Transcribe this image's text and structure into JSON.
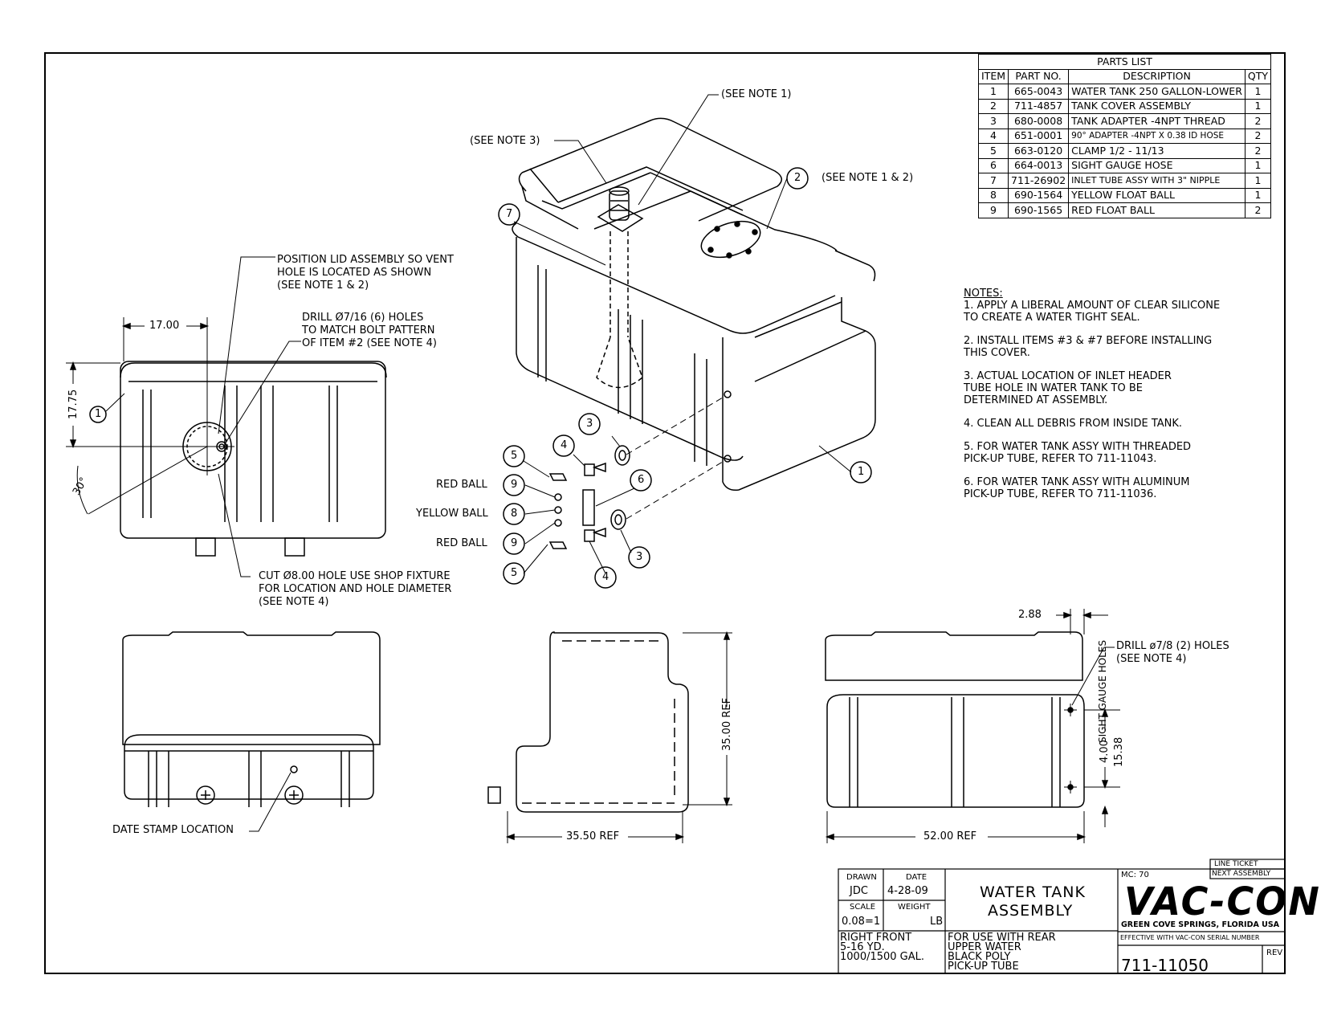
{
  "parts_list": {
    "title": "PARTS LIST",
    "headers": [
      "ITEM",
      "PART NO.",
      "DESCRIPTION",
      "QTY"
    ],
    "rows": [
      [
        "1",
        "665-0043",
        "WATER TANK 250 GALLON-LOWER",
        "1"
      ],
      [
        "2",
        "711-4857",
        "TANK COVER ASSEMBLY",
        "1"
      ],
      [
        "3",
        "680-0008",
        "TANK ADAPTER -4NPT THREAD",
        "2"
      ],
      [
        "4",
        "651-0001",
        "90° ADAPTER -4NPT X 0.38 ID HOSE",
        "2"
      ],
      [
        "5",
        "663-0120",
        "CLAMP 1/2 - 11/13",
        "2"
      ],
      [
        "6",
        "664-0013",
        "SIGHT GAUGE HOSE",
        "1"
      ],
      [
        "7",
        "711-26902",
        "INLET TUBE ASSY WITH 3\" NIPPLE",
        "1"
      ],
      [
        "8",
        "690-1564",
        "YELLOW FLOAT BALL",
        "1"
      ],
      [
        "9",
        "690-1565",
        "RED FLOAT BALL",
        "2"
      ]
    ]
  },
  "notes": {
    "heading": "NOTES:",
    "items": [
      "1. APPLY A LIBERAL AMOUNT OF CLEAR SILICONE\nTO CREATE A WATER TIGHT SEAL.",
      "2. INSTALL ITEMS #3 & #7 BEFORE INSTALLING\nTHIS COVER.",
      "3. ACTUAL LOCATION OF INLET HEADER\nTUBE HOLE IN WATER TANK TO BE\nDETERMINED AT ASSEMBLY.",
      "4. CLEAN ALL DEBRIS FROM INSIDE TANK.",
      "5. FOR WATER TANK ASSY WITH THREADED\nPICK-UP TUBE, REFER TO 711-11043.",
      "6. FOR WATER TANK ASSY WITH ALUMINUM\nPICK-UP TUBE, REFER TO 711-11036."
    ]
  },
  "callouts": {
    "see_note_1": "(SEE NOTE 1)",
    "see_note_3": "(SEE NOTE 3)",
    "see_note_1_2": "(SEE NOTE 1 & 2)",
    "position_lid": [
      "POSITION LID ASSEMBLY SO VENT",
      "HOLE IS LOCATED AS SHOWN",
      "(SEE NOTE 1 & 2)"
    ],
    "drill_holes": [
      "DRILL Ø7/16 (6) HOLES",
      "TO MATCH BOLT PATTERN",
      "OF ITEM #2 (SEE NOTE 4)"
    ],
    "cut_hole": [
      "CUT Ø8.00 HOLE USE SHOP FIXTURE",
      "FOR LOCATION AND HOLE DIAMETER",
      "(SEE NOTE 4)"
    ],
    "red_ball": "RED BALL",
    "yellow_ball": "YELLOW BALL",
    "date_stamp": "DATE STAMP LOCATION",
    "drill_78": [
      "DRILL ø7/8 (2) HOLES",
      "(SEE NOTE 4)"
    ],
    "sight_gauge": "SIGHT GAUGE HOLES"
  },
  "balloons": {
    "top_left_1": "1",
    "iso_7": "7",
    "iso_2": "2",
    "iso_1": "1",
    "b3a": "3",
    "b4a": "4",
    "b5a": "5",
    "b6": "6",
    "b9a": "9",
    "b8": "8",
    "b9b": "9",
    "b5b": "5",
    "b4b": "4",
    "b3b": "3"
  },
  "dimensions": {
    "d_17_00": "17.00",
    "d_17_75": "17.75",
    "d_30": "30°",
    "d_35_00": "35.00 REF",
    "d_35_50": "35.50 REF",
    "d_52_00": "52.00 REF",
    "d_2_88": "2.88",
    "d_4_00": "4.00",
    "d_15_38": "15.38"
  },
  "title_block": {
    "drawn_label": "DRAWN",
    "drawn_value": "JDC",
    "date_label": "DATE",
    "date_value": "4-28-09",
    "scale_label": "SCALE",
    "scale_value": "0.08=1",
    "weight_label": "WEIGHT",
    "weight_value": "LB",
    "title_line1": "WATER TANK",
    "title_line2": "ASSEMBLY",
    "location": [
      "RIGHT FRONT",
      "5-16 YD.",
      "1000/1500 GAL."
    ],
    "usage": [
      "FOR USE WITH REAR",
      "UPPER WATER",
      "BLACK POLY",
      "PICK-UP TUBE"
    ],
    "line_ticket": "LINE TICKET",
    "next_assembly": "NEXT ASSEMBLY",
    "mc": "MC: 70",
    "logo": "VAC-CON",
    "company_location": "GREEN COVE SPRINGS, FLORIDA USA",
    "effective": "EFFECTIVE WITH VAC-CON SERIAL NUMBER",
    "drawing_number": "711-11050",
    "rev_label": "REV"
  }
}
